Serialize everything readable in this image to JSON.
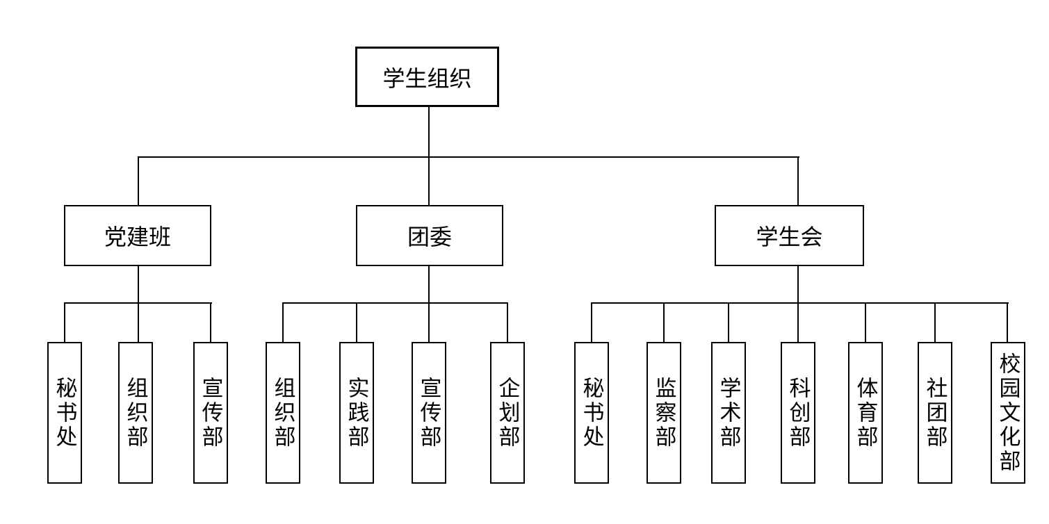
{
  "diagram": {
    "type": "org-chart",
    "root": {
      "label": "学生组织"
    },
    "branches": [
      {
        "label": "党建班",
        "children": [
          {
            "label": "秘书处"
          },
          {
            "label": "组织部"
          },
          {
            "label": "宣传部"
          }
        ]
      },
      {
        "label": "团委",
        "children": [
          {
            "label": "组织部"
          },
          {
            "label": "实践部"
          },
          {
            "label": "宣传部"
          },
          {
            "label": "企划部"
          }
        ]
      },
      {
        "label": "学生会",
        "children": [
          {
            "label": "秘书处"
          },
          {
            "label": "监察部"
          },
          {
            "label": "学术部"
          },
          {
            "label": "科创部"
          },
          {
            "label": "体育部"
          },
          {
            "label": "社团部"
          },
          {
            "label": "校园文化部"
          }
        ]
      }
    ],
    "colors": {
      "background": "#ffffff",
      "border": "#000000",
      "line": "#000000",
      "text": "#000000"
    }
  }
}
